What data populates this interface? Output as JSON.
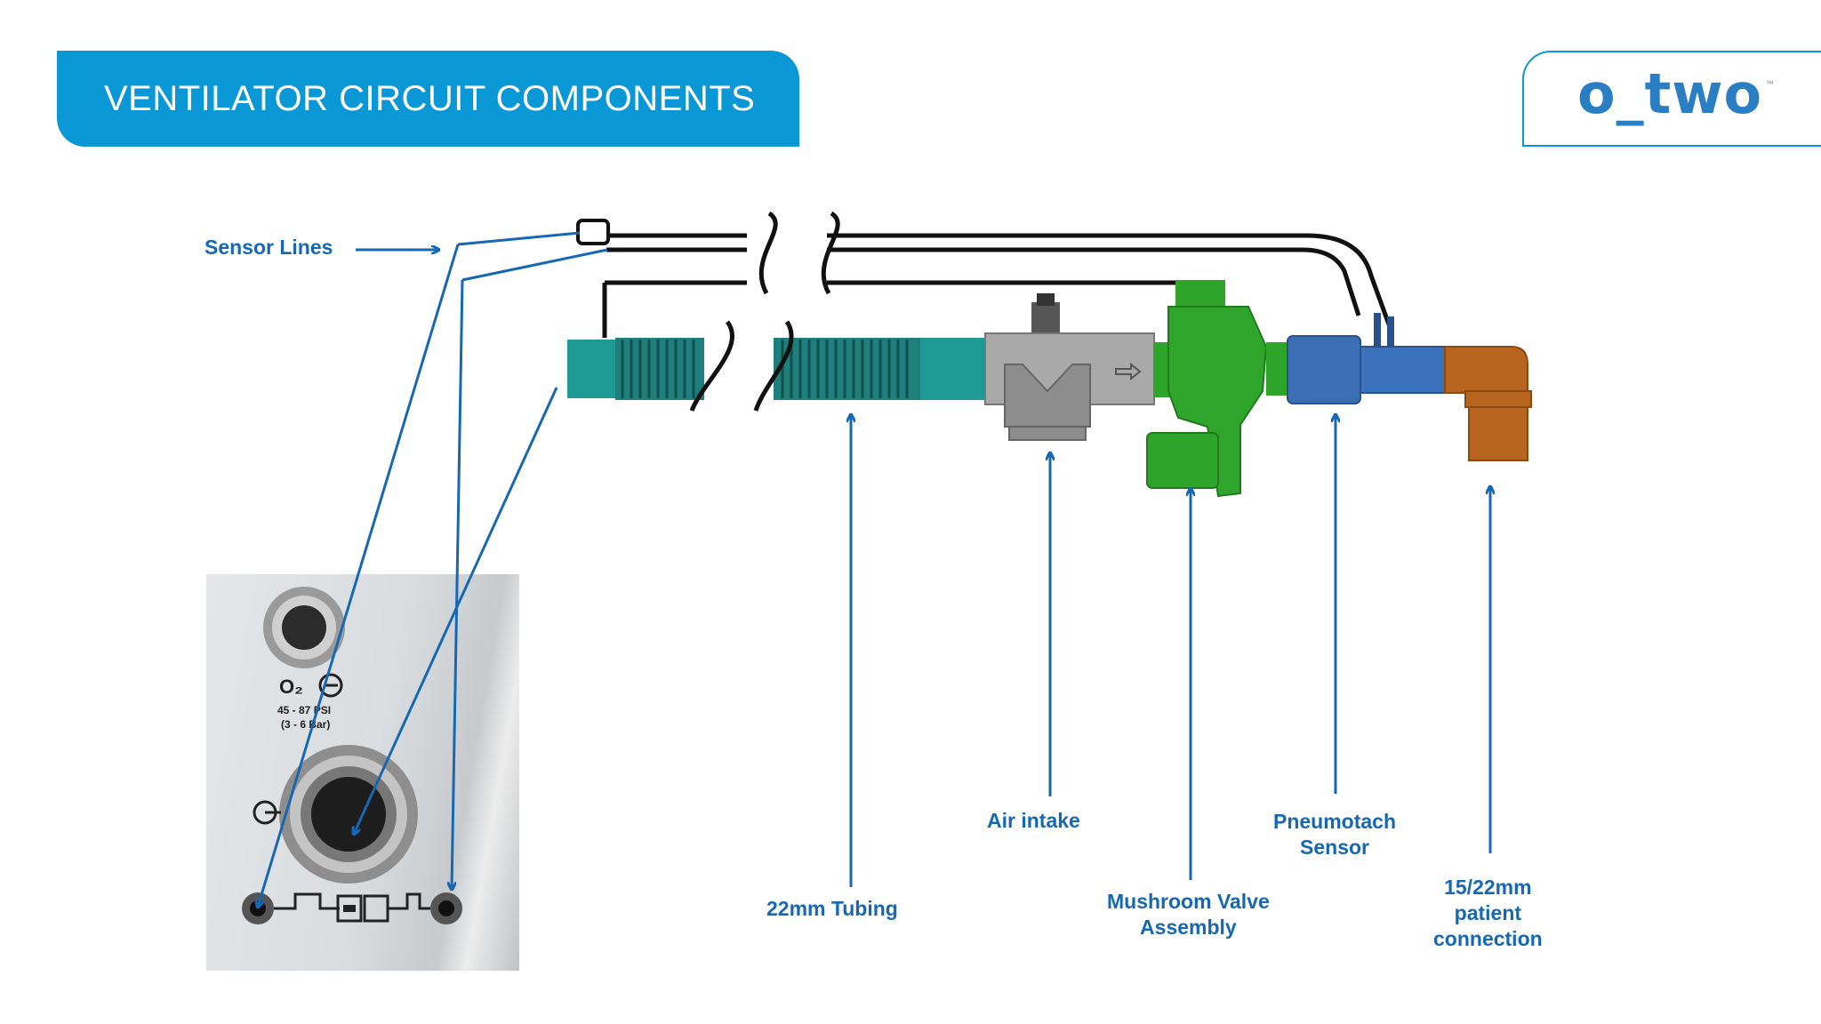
{
  "header": {
    "title": "VENTILATOR CIRCUIT COMPONENTS",
    "logo_text": "o_two",
    "logo_tm": "™"
  },
  "photo": {
    "o2_label": "O₂",
    "pressure_psi": "45 - 87 PSI",
    "pressure_bar": "(3 - 6 Bar)"
  },
  "labels": {
    "sensor_lines": "Sensor Lines",
    "tubing": "22mm Tubing",
    "air_intake": "Air intake",
    "mushroom_valve_line1": "Mushroom Valve",
    "mushroom_valve_line2": "Assembly",
    "pneumotach_line1": "Pneumotach",
    "pneumotach_line2": "Sensor",
    "patient_line1": "15/22mm",
    "patient_line2": "patient",
    "patient_line3": "connection"
  },
  "colors": {
    "brand_blue": "#0a97d5",
    "callout_blue": "#1668b2",
    "tubing_teal": "#1f8f8c",
    "valve_green": "#2ea52a",
    "pneumotach_blue": "#3a6fb3",
    "connector_orange": "#b8661f"
  }
}
